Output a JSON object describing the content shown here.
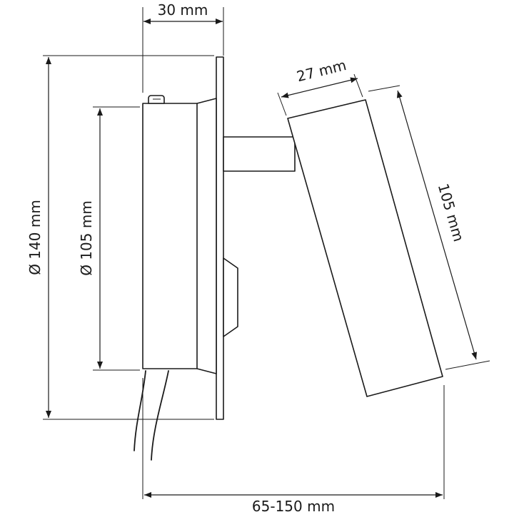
{
  "dimensions": {
    "depth_base": "30 mm",
    "head_diameter": "27 mm",
    "plate_diameter": "Ø 140 mm",
    "base_diameter": "Ø 105 mm",
    "head_length": "105 mm",
    "reach": "65-150 mm"
  },
  "colors": {
    "line": "#1a1a1a",
    "background": "#ffffff"
  }
}
